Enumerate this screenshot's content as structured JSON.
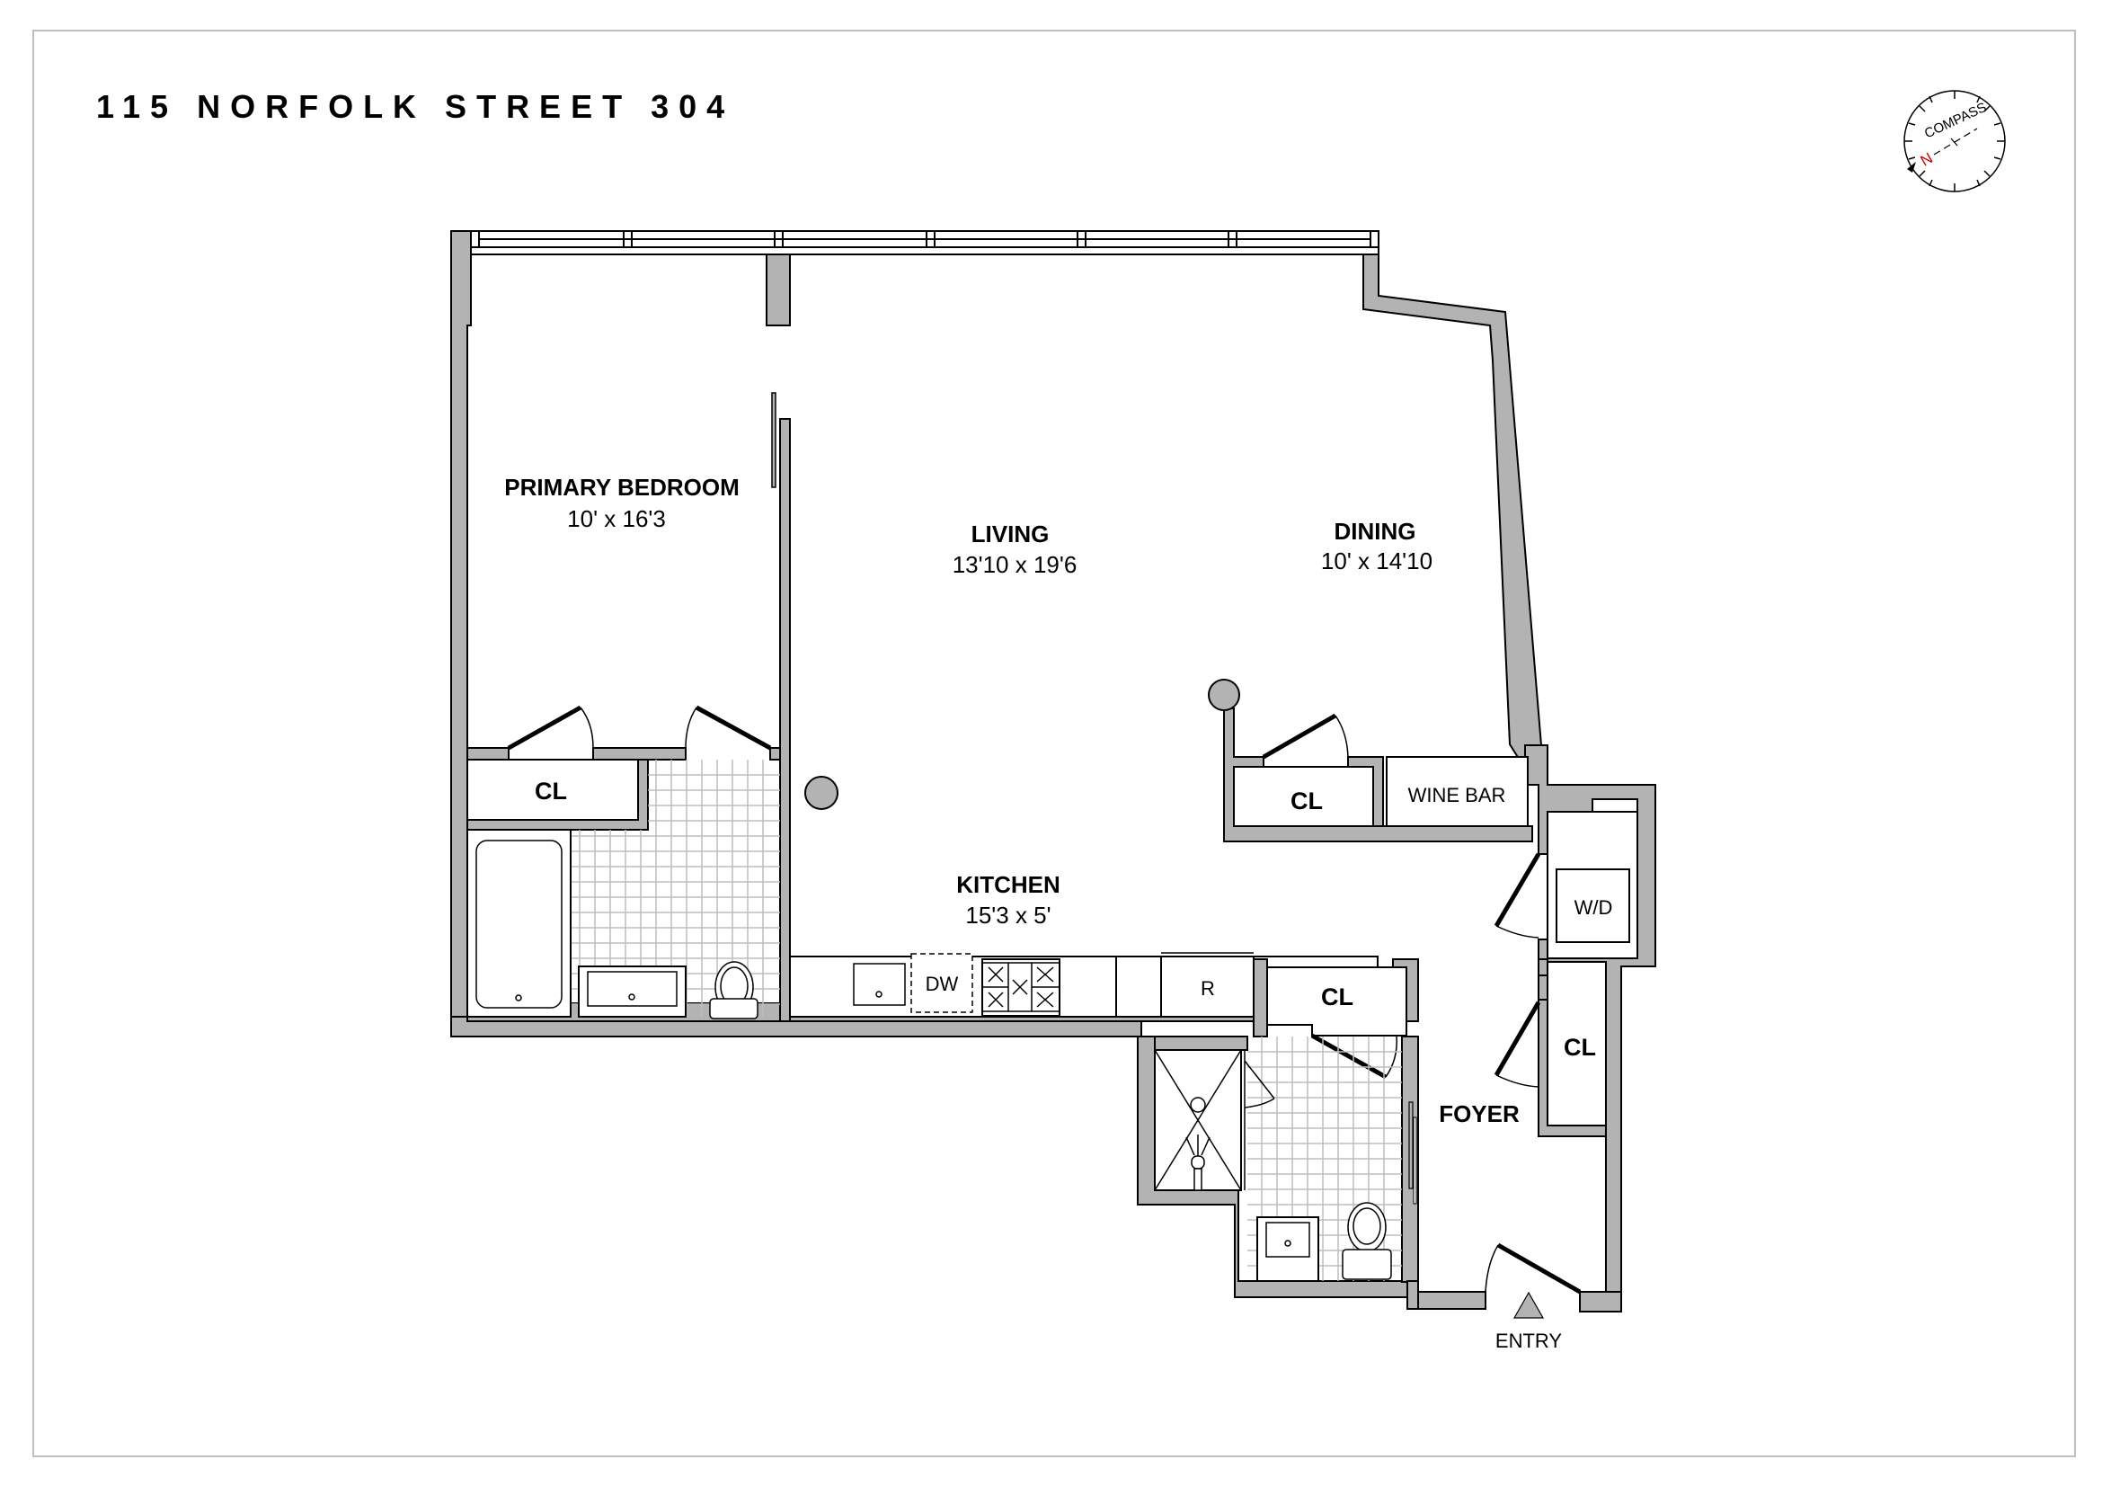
{
  "title": "115 NORFOLK STREET 304",
  "compass": {
    "label": "COMPASS",
    "north_letter": "N",
    "north_color": "#cc0000"
  },
  "rooms": {
    "primary_bedroom": {
      "name": "PRIMARY BEDROOM",
      "dims": "10' x 16'3"
    },
    "living": {
      "name": "LIVING",
      "dims": "13'10 x 19'6"
    },
    "dining": {
      "name": "DINING",
      "dims": "10' x 14'10"
    },
    "kitchen": {
      "name": "KITCHEN",
      "dims": "15'3 x 5'"
    },
    "foyer": {
      "name": "FOYER"
    }
  },
  "closets": {
    "bedroom_cl": "CL",
    "dining_cl": "CL",
    "hall_cl": "CL",
    "foyer_cl": "CL"
  },
  "fixtures": {
    "wine_bar": "WINE BAR",
    "washer_dryer": "W/D",
    "dishwasher": "DW",
    "refrigerator": "R"
  },
  "entry": {
    "label": "ENTRY"
  },
  "colors": {
    "wall_fill": "#b3b3b3",
    "tile_lines": "#bdbdbd",
    "frame": "#bfbfbf"
  }
}
